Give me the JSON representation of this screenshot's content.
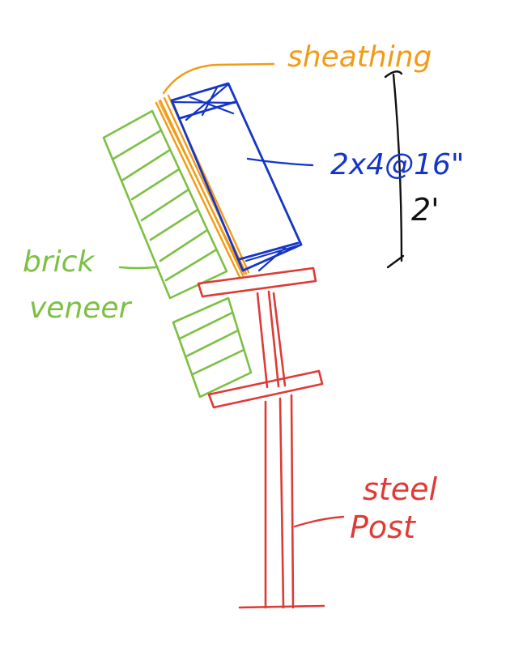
{
  "labels": {
    "sheathing": "sheathing",
    "stud": "2x4@16\"",
    "height": "2'",
    "brick_line1": "brick",
    "brick_line2": "veneer",
    "post_line1": "steel",
    "post_line2": "Post"
  },
  "colors": {
    "sheathing": "#f29b16",
    "stud": "#1535c8",
    "dimension": "#111111",
    "brick": "#7cc043",
    "steel": "#de3b36"
  }
}
